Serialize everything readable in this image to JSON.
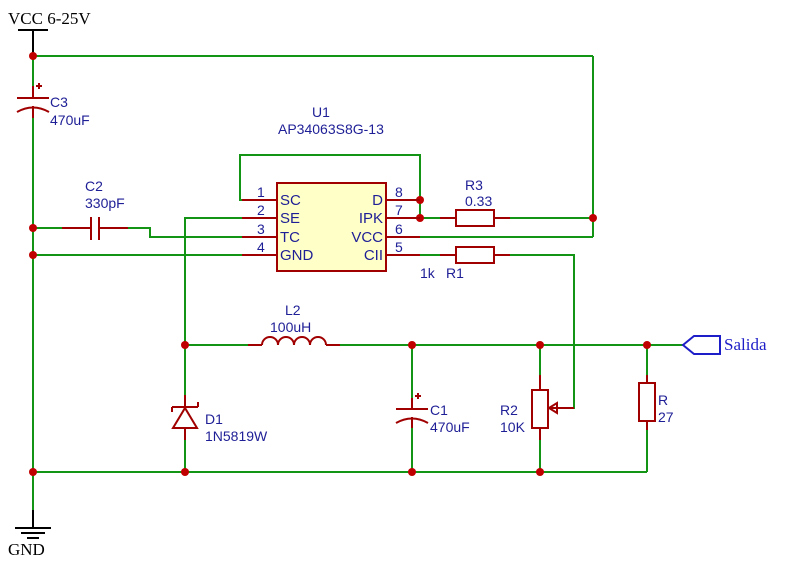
{
  "power": {
    "vcc": "VCC 6-25V",
    "gnd": "GND"
  },
  "output_label": "Salida",
  "ic": {
    "ref": "U1",
    "value": "AP34063S8G-13",
    "pins_left": [
      {
        "num": "1",
        "name": "SC"
      },
      {
        "num": "2",
        "name": "SE"
      },
      {
        "num": "3",
        "name": "TC"
      },
      {
        "num": "4",
        "name": "GND"
      }
    ],
    "pins_right": [
      {
        "num": "8",
        "name": "D"
      },
      {
        "num": "7",
        "name": "IPK"
      },
      {
        "num": "6",
        "name": "VCC"
      },
      {
        "num": "5",
        "name": "CII"
      }
    ]
  },
  "components": {
    "c3": {
      "ref": "C3",
      "value": "470uF"
    },
    "c2": {
      "ref": "C2",
      "value": "330pF"
    },
    "r3": {
      "ref": "R3",
      "value": "0.33"
    },
    "r1": {
      "ref": "R1",
      "value": "1k"
    },
    "l2": {
      "ref": "L2",
      "value": "100uH"
    },
    "d1": {
      "ref": "D1",
      "value": "1N5819W"
    },
    "c1": {
      "ref": "C1",
      "value": "470uF"
    },
    "r2": {
      "ref": "R2",
      "value": "10K"
    },
    "r": {
      "ref": "R",
      "value": "27"
    }
  },
  "colors": {
    "wire": "#149414",
    "component": "#a00000",
    "label": "#1e1e96",
    "junction": "#c00000"
  }
}
